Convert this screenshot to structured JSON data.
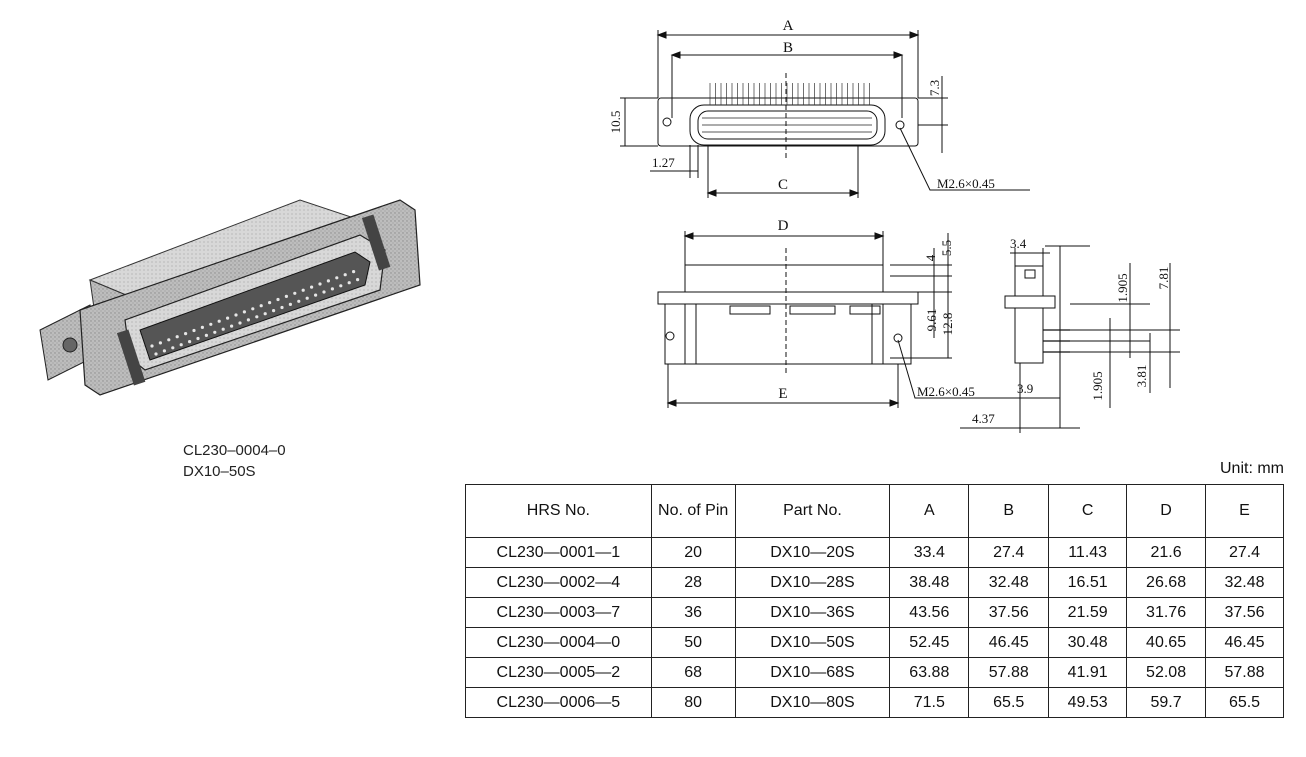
{
  "caption": {
    "line1": "CL230–0004–0",
    "line2": "DX10–50S"
  },
  "drawing_labels": {
    "A": "A",
    "B": "B",
    "C": "C",
    "D": "D",
    "E": "E",
    "thread_top": "M2.6×0.45",
    "thread_front": "M2.6×0.45",
    "d_10_5": "10.5",
    "d_7_3": "7.3",
    "d_1_27": "1.27",
    "d_5_5": "5.5",
    "d_4": "4",
    "d_9_61": "9.61",
    "d_12_8": "12.8",
    "d_3_4": "3.4",
    "d_1_905a": "1.905",
    "d_7_81": "7.81",
    "d_3_9": "3.9",
    "d_1_905b": "1.905",
    "d_3_81": "3.81",
    "d_4_37": "4.37"
  },
  "unit": "Unit: mm",
  "table": {
    "headers": [
      "HRS No.",
      "No. of Pin",
      "Part No.",
      "A",
      "B",
      "C",
      "D",
      "E"
    ],
    "rows": [
      [
        "CL230—0001—1",
        "20",
        "DX10—20S",
        "33.4",
        "27.4",
        "11.43",
        "21.6",
        "27.4"
      ],
      [
        "CL230—0002—4",
        "28",
        "DX10—28S",
        "38.48",
        "32.48",
        "16.51",
        "26.68",
        "32.48"
      ],
      [
        "CL230—0003—7",
        "36",
        "DX10—36S",
        "43.56",
        "37.56",
        "21.59",
        "31.76",
        "37.56"
      ],
      [
        "CL230—0004—0",
        "50",
        "DX10—50S",
        "52.45",
        "46.45",
        "30.48",
        "40.65",
        "46.45"
      ],
      [
        "CL230—0005—2",
        "68",
        "DX10—68S",
        "63.88",
        "57.88",
        "41.91",
        "52.08",
        "57.88"
      ],
      [
        "CL230—0006—5",
        "80",
        "DX10—80S",
        "71.5",
        "65.5",
        "49.53",
        "59.7",
        "65.5"
      ]
    ]
  }
}
